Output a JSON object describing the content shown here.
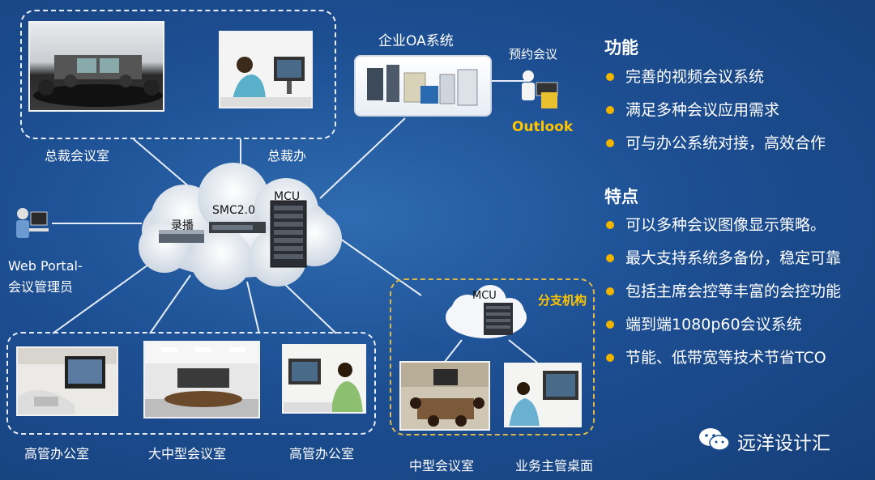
{
  "diagram": {
    "oa_system": "企业OA系统",
    "booking": "预约会议",
    "outlook": "Outlook",
    "exec_meeting_room": "总裁会议室",
    "exec_office": "总裁办",
    "web_portal_line1": "Web Portal-",
    "web_portal_line2": "会议管理员",
    "recording": "录播",
    "smc": "SMC2.0",
    "mcu": "MCU",
    "branch": "分支机构",
    "branch_mcu": "MCU",
    "senior_office_1": "高管办公室",
    "large_meeting_room": "大中型会议室",
    "senior_office_2": "高管办公室",
    "medium_meeting_room": "中型会议室",
    "business_desk": "业务主管桌面"
  },
  "features": {
    "title": "功能",
    "items": [
      "完善的视频会议系统",
      "满足多种会议应用需求",
      "可与办公系统对接，高效合作"
    ]
  },
  "traits": {
    "title": "特点",
    "items": [
      "可以多种会议图像显示策略。",
      "最大支持系统多备份，稳定可靠",
      "包括主席会控等丰富的会控功能",
      "端到端1080p60会议系统",
      "节能、低带宽等技术节省TCO"
    ]
  },
  "watermark": "远洋设计汇",
  "colors": {
    "bullet": "#f0b400",
    "gold_label": "#ffc400"
  }
}
